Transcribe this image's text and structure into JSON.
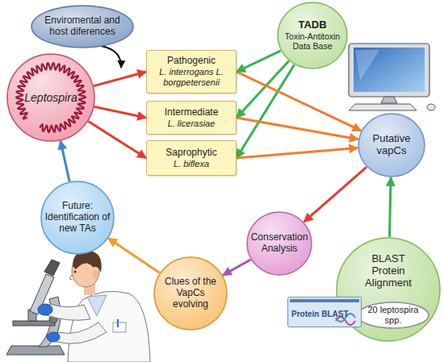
{
  "diagram": {
    "nodes": [
      {
        "text": [
          "Enviromental and host diferences"
        ]
      },
      {
        "text": [
          "Leptospira"
        ]
      },
      {
        "text": [
          "Pathogenic",
          "L. interrogans L. borgpetersenii"
        ]
      },
      {
        "text": [
          "Intermediate",
          "L. licerasiae"
        ]
      },
      {
        "text": [
          "Saprophytic",
          "L. biflexa"
        ]
      },
      {
        "text": [
          "TADB",
          "Toxin-Antitoxin Data Base"
        ]
      },
      {
        "text": [
          "Putative vapCs"
        ]
      },
      {
        "text": [
          "Conservation Analysis"
        ]
      },
      {
        "text": [
          "BLAST Protein Alignment"
        ]
      },
      {
        "text": [
          "20 leptospira spp."
        ],
        "in": 8
      },
      {
        "text": [
          "Clues of the VapCs evolving"
        ]
      },
      {
        "text": [
          "Future: Identification of new TAs"
        ]
      }
    ],
    "edges": [
      {
        "from": 1,
        "to": 2,
        "arrow": "to"
      },
      {
        "from": 1,
        "to": 3,
        "arrow": "to"
      },
      {
        "from": 1,
        "to": 4,
        "arrow": "to"
      },
      {
        "from": 5,
        "to": 2,
        "arrow": "to"
      },
      {
        "from": 5,
        "to": 3,
        "arrow": "to"
      },
      {
        "from": 5,
        "to": 4,
        "arrow": "to"
      },
      {
        "from": 2,
        "to": 6,
        "arrow": "to"
      },
      {
        "from": 3,
        "to": 6,
        "arrow": "to"
      },
      {
        "from": 4,
        "to": 6,
        "arrow": "to"
      },
      {
        "from": 8,
        "to": 6,
        "arrow": "to"
      },
      {
        "from": 6,
        "to": 7,
        "arrow": "to"
      },
      {
        "from": 7,
        "to": 10,
        "arrow": "to"
      },
      {
        "from": 10,
        "to": 11,
        "arrow": "to"
      },
      {
        "from": 11,
        "to": 1,
        "arrow": "to"
      }
    ],
    "labels": [
      "Protein BLAST"
    ]
  }
}
